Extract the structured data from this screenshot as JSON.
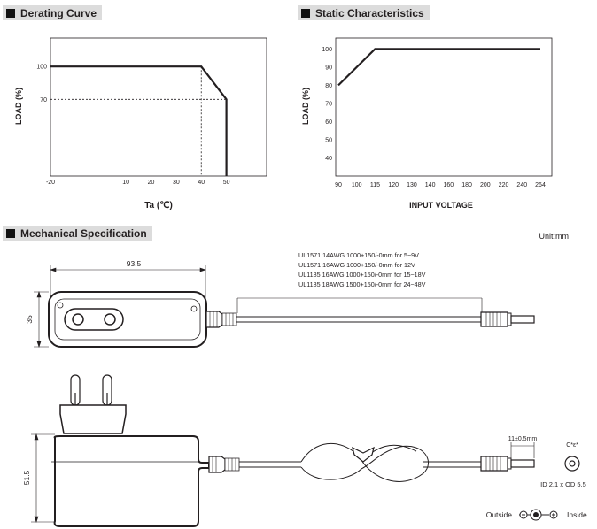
{
  "sections": {
    "derating": "Derating Curve",
    "static": "Static Characteristics",
    "mechanical": "Mechanical Specification"
  },
  "chart_data": [
    {
      "type": "line",
      "title": "Derating Curve",
      "xlabel": "Ta (℃)",
      "ylabel": "LOAD (%)",
      "x_ticks": [
        "-20",
        "10",
        "20",
        "30",
        "40",
        "50"
      ],
      "y_ticks": [
        "100",
        "70"
      ],
      "xlim": [
        -20,
        66
      ],
      "ylim": [
        0,
        126
      ],
      "series": [
        {
          "x": [
            -20,
            40,
            50,
            50
          ],
          "y": [
            100,
            100,
            70,
            0
          ]
        }
      ],
      "guides": {
        "x": 40,
        "y": 70
      },
      "grid": false
    },
    {
      "type": "line",
      "title": "Static Characteristics",
      "xlabel": "INPUT VOLTAGE",
      "ylabel": "LOAD (%)",
      "x_ticks": [
        "90",
        "100",
        "115",
        "120",
        "130",
        "140",
        "160",
        "180",
        "200",
        "220",
        "240",
        "264"
      ],
      "y_ticks": [
        "100",
        "90",
        "80",
        "70",
        "60",
        "50",
        "40"
      ],
      "ylim": [
        30,
        106
      ],
      "series": [
        {
          "x": [
            "90",
            "115",
            "264"
          ],
          "y": [
            80,
            100,
            100
          ]
        }
      ],
      "grid": false
    }
  ],
  "mechanical": {
    "unit": "Unit:mm",
    "dim_length": "93.5",
    "dim_height": "35",
    "dim_side_height": "51.5",
    "cables": [
      "UL1571 14AWG 1000+150/-0mm for 5~9V",
      "UL1571 16AWG 1000+150/-0mm for 12V",
      "UL1185 16AWG 1000+150/-0mm for 15~18V",
      "UL1185 18AWG 1500+150/-0mm for 24~48V"
    ],
    "plug_length": "11±0.5mm",
    "connector_symbol": "C*ε*",
    "connector_dims": "ID 2.1 x OD 5.5",
    "polarity_outside": "Outside",
    "polarity_inside": "Inside"
  }
}
